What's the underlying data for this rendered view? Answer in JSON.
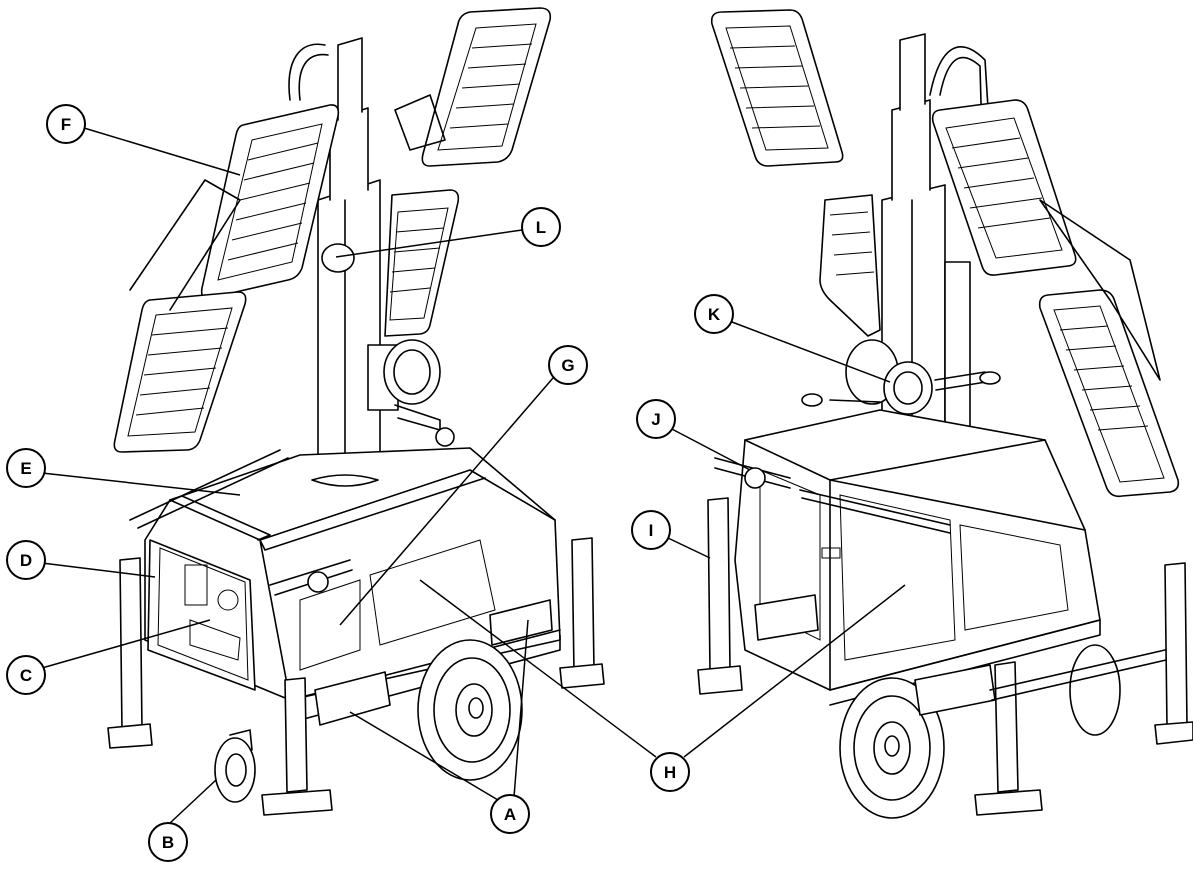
{
  "figure": {
    "left_view": {
      "callouts": [
        "A",
        "B",
        "C",
        "D",
        "E",
        "F",
        "G",
        "H",
        "L"
      ]
    },
    "right_view": {
      "callouts": [
        "H",
        "I",
        "J",
        "K"
      ]
    }
  },
  "callout_labels": {
    "A": "A",
    "B": "B",
    "C": "C",
    "D": "D",
    "E": "E",
    "F": "F",
    "G": "G",
    "H": "H",
    "I": "I",
    "J": "J",
    "K": "K",
    "L": "L"
  },
  "colors": {
    "line": "#000000",
    "background": "#ffffff"
  }
}
